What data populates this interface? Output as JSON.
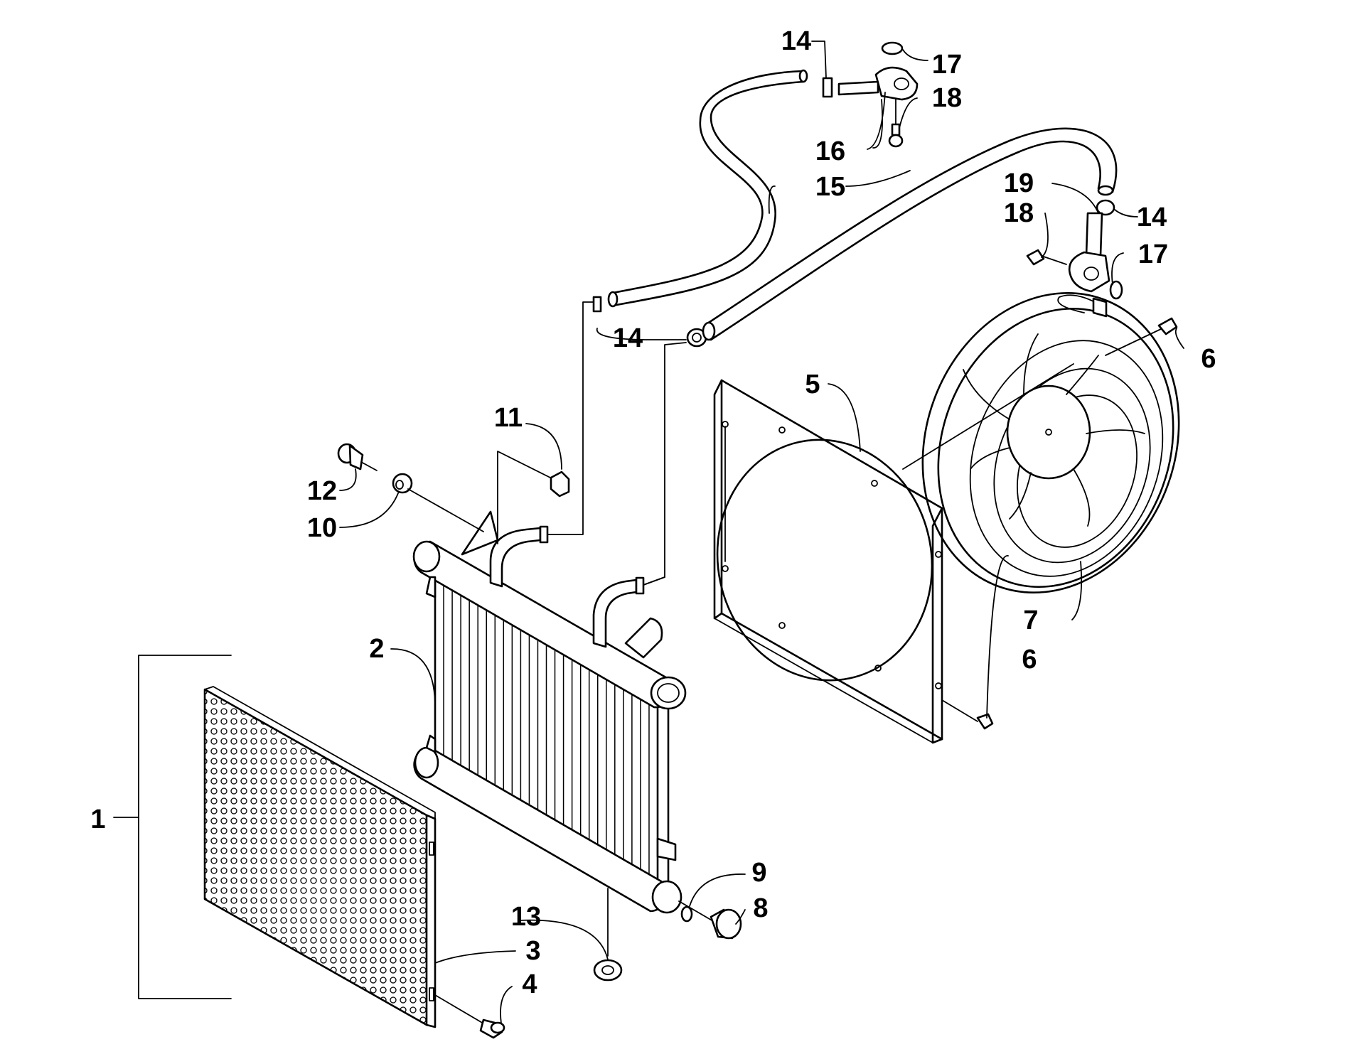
{
  "callouts": [
    {
      "id": "c1",
      "text": "1"
    },
    {
      "id": "c2",
      "text": "2"
    },
    {
      "id": "c3",
      "text": "3"
    },
    {
      "id": "c4",
      "text": "4"
    },
    {
      "id": "c5",
      "text": "5"
    },
    {
      "id": "c6a",
      "text": "6"
    },
    {
      "id": "c6b",
      "text": "6"
    },
    {
      "id": "c7",
      "text": "7"
    },
    {
      "id": "c8",
      "text": "8"
    },
    {
      "id": "c9",
      "text": "9"
    },
    {
      "id": "c10",
      "text": "10"
    },
    {
      "id": "c11",
      "text": "11"
    },
    {
      "id": "c12",
      "text": "12"
    },
    {
      "id": "c13",
      "text": "13"
    },
    {
      "id": "c14a",
      "text": "14"
    },
    {
      "id": "c14b",
      "text": "14"
    },
    {
      "id": "c14c",
      "text": "14"
    },
    {
      "id": "c15",
      "text": "15"
    },
    {
      "id": "c16",
      "text": "16"
    },
    {
      "id": "c17a",
      "text": "17"
    },
    {
      "id": "c17b",
      "text": "17"
    },
    {
      "id": "c18a",
      "text": "18"
    },
    {
      "id": "c18b",
      "text": "18"
    },
    {
      "id": "c19",
      "text": "19"
    }
  ]
}
